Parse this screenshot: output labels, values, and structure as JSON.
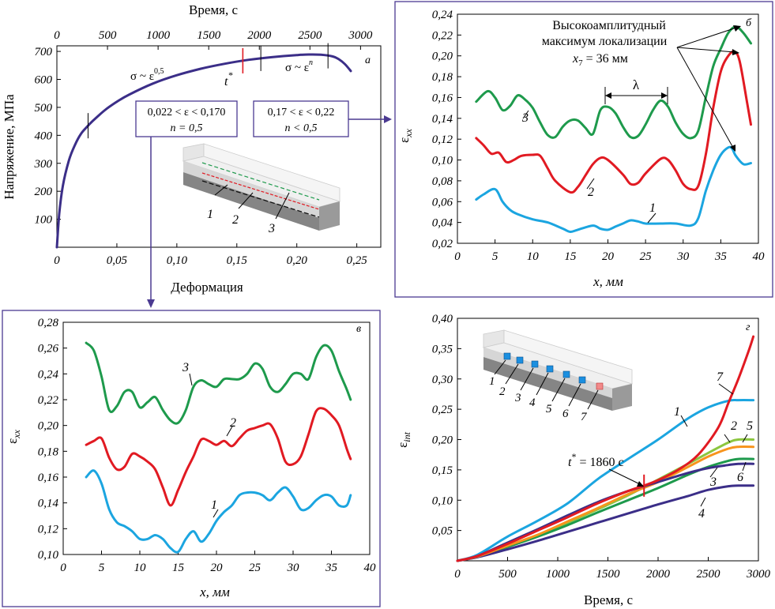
{
  "colors": {
    "green": "#1e9a4c",
    "red": "#e11a22",
    "blue": "#1ba5e0",
    "navy": "#3b2e88",
    "lime": "#8cc63f",
    "orange": "#f7941d",
    "panel_border": "#4b3a91"
  },
  "panel_a": {
    "letter": "а",
    "top_axis_label": "Время, с",
    "top_ticks": [
      "0",
      "500",
      "1000",
      "1500",
      "2000",
      "2500",
      "3000"
    ],
    "x_label": "Деформация",
    "x_ticks": [
      "0",
      "0,05",
      "0,10",
      "0,15",
      "0,20",
      "0,25"
    ],
    "y_label": "Напряжение, МПа",
    "y_ticks": [
      "100",
      "200",
      "300",
      "400",
      "500",
      "600",
      "700"
    ],
    "law_left": "σ ~ ε",
    "law_left_exp": "0,5",
    "law_right": "σ ~ ε",
    "law_right_exp": "n",
    "t_star": "t",
    "t_star_sup": "*",
    "box1_line1": "0,022 < ε < 0,170",
    "box1_line2": "n = 0,5",
    "box2_line1": "0,17 < ε < 0,22",
    "box2_line2": "n < 0,5",
    "inset_labels": [
      "1",
      "2",
      "3"
    ]
  },
  "panel_b": {
    "letter": "б",
    "x_label": "x, мм",
    "y_label": "ε",
    "y_sub": "xx",
    "x_ticks": [
      "0",
      "5",
      "10",
      "15",
      "20",
      "25",
      "30",
      "35",
      "40"
    ],
    "y_ticks": [
      "0,02",
      "0,04",
      "0,06",
      "0,08",
      "0,10",
      "0,12",
      "0,14",
      "0,16",
      "0,18",
      "0,20",
      "0,22",
      "0,24"
    ],
    "note_line1": "Высокоамплитудный",
    "note_line2": "максимум локализации",
    "note_line3": "x",
    "note_line3_sub": "7",
    "note_line3_rest": " = 36 мм",
    "lambda": "λ",
    "curve_labels": [
      "1",
      "2",
      "3"
    ]
  },
  "panel_c": {
    "letter": "в",
    "x_label": "x, мм",
    "y_label": "ε",
    "y_sub": "xx",
    "x_ticks": [
      "0",
      "5",
      "10",
      "15",
      "20",
      "25",
      "30",
      "35",
      "40"
    ],
    "y_ticks": [
      "0,10",
      "0,12",
      "0,14",
      "0,16",
      "0,18",
      "0,20",
      "0,22",
      "0,24",
      "0,26",
      "0,28"
    ],
    "curve_labels": [
      "1",
      "2",
      "3"
    ]
  },
  "panel_d": {
    "letter": "г",
    "x_label": "Время, с",
    "y_label": "ε",
    "y_sub": "int",
    "x_ticks": [
      "0",
      "500",
      "1000",
      "1500",
      "2000",
      "2500",
      "3000"
    ],
    "y_ticks": [
      "0,05",
      "0,10",
      "0,15",
      "0,20",
      "0,25",
      "0,30",
      "0,35",
      "0,40"
    ],
    "t_star_label": "t",
    "t_star_sup": "*",
    "t_star_value": " = 1860 с",
    "curve_labels": [
      "1",
      "2",
      "3",
      "4",
      "5",
      "6",
      "7"
    ],
    "inset_labels": [
      "1",
      "2",
      "3",
      "4",
      "5",
      "6",
      "7"
    ]
  },
  "chart_data": [
    {
      "type": "line",
      "panel": "а",
      "xlabel": "Деформация",
      "ylabel": "Напряжение, МПа",
      "secondary_xlabel": "Время, с",
      "xlim": [
        0,
        0.27
      ],
      "ylim": [
        0,
        720
      ],
      "secondary_xlim": [
        0,
        3200
      ],
      "series": [
        {
          "color": "#3b2e88",
          "x": [
            0,
            0.002,
            0.005,
            0.01,
            0.015,
            0.02,
            0.025,
            0.03,
            0.04,
            0.05,
            0.06,
            0.08,
            0.1,
            0.12,
            0.14,
            0.16,
            0.18,
            0.2,
            0.21,
            0.22,
            0.23,
            0.235,
            0.24,
            0.245
          ],
          "y": [
            0,
            120,
            220,
            310,
            365,
            405,
            430,
            452,
            490,
            520,
            545,
            585,
            615,
            638,
            656,
            670,
            680,
            687,
            689,
            688,
            682,
            672,
            655,
            630
          ]
        }
      ],
      "markers_strain": [
        0.026,
        0.155,
        0.17,
        0.226
      ],
      "t_star_strain": 0.155
    },
    {
      "type": "line",
      "panel": "б",
      "xlabel": "x, мм",
      "ylabel": "εxx",
      "xlim": [
        0,
        40
      ],
      "ylim": [
        0.02,
        0.24
      ],
      "series": [
        {
          "name": "1",
          "color": "#1ba5e0",
          "x": [
            2.5,
            3.5,
            5,
            6,
            7,
            8,
            10,
            12,
            14,
            15,
            16,
            18,
            19,
            20,
            21,
            22,
            23,
            24,
            25,
            27,
            29,
            31,
            32,
            33,
            34,
            35,
            36,
            36.5,
            37,
            38,
            39
          ],
          "y": [
            0.062,
            0.067,
            0.072,
            0.06,
            0.052,
            0.048,
            0.043,
            0.04,
            0.034,
            0.031,
            0.033,
            0.037,
            0.034,
            0.033,
            0.036,
            0.039,
            0.042,
            0.041,
            0.039,
            0.039,
            0.039,
            0.037,
            0.044,
            0.07,
            0.09,
            0.105,
            0.112,
            0.111,
            0.104,
            0.096,
            0.097
          ]
        },
        {
          "name": "2",
          "color": "#e11a22",
          "x": [
            2.5,
            3.5,
            4.5,
            5.5,
            6.5,
            7.5,
            8.5,
            10,
            11,
            12,
            13,
            15,
            16,
            17,
            18,
            19,
            20,
            22,
            23,
            24,
            25,
            27,
            28,
            29,
            30,
            31,
            32,
            33,
            34,
            35,
            36,
            36.8,
            37.5,
            38.5,
            39
          ],
          "y": [
            0.121,
            0.114,
            0.106,
            0.107,
            0.098,
            0.1,
            0.104,
            0.105,
            0.104,
            0.092,
            0.08,
            0.069,
            0.074,
            0.085,
            0.096,
            0.102,
            0.1,
            0.086,
            0.077,
            0.078,
            0.087,
            0.101,
            0.1,
            0.09,
            0.077,
            0.072,
            0.075,
            0.105,
            0.15,
            0.185,
            0.2,
            0.204,
            0.195,
            0.155,
            0.134
          ]
        },
        {
          "name": "3",
          "color": "#1e9a4c",
          "x": [
            2.5,
            4,
            5,
            6,
            7,
            8,
            9,
            10,
            11,
            12,
            13,
            14,
            15,
            16,
            17,
            18,
            19,
            20,
            21,
            22,
            23,
            24,
            25,
            26,
            27,
            28,
            29,
            30,
            31,
            32,
            33,
            34,
            35,
            36,
            37,
            38,
            39
          ],
          "y": [
            0.156,
            0.166,
            0.16,
            0.148,
            0.152,
            0.162,
            0.158,
            0.15,
            0.136,
            0.124,
            0.122,
            0.132,
            0.138,
            0.138,
            0.131,
            0.125,
            0.148,
            0.151,
            0.145,
            0.132,
            0.122,
            0.123,
            0.134,
            0.148,
            0.157,
            0.151,
            0.136,
            0.125,
            0.121,
            0.128,
            0.16,
            0.19,
            0.207,
            0.222,
            0.228,
            0.222,
            0.212
          ]
        }
      ]
    },
    {
      "type": "line",
      "panel": "в",
      "xlabel": "x, мм",
      "ylabel": "εxx",
      "xlim": [
        0,
        40
      ],
      "ylim": [
        0.1,
        0.28
      ],
      "series": [
        {
          "name": "1",
          "color": "#1ba5e0",
          "x": [
            3,
            4,
            5,
            6,
            7,
            8,
            9,
            10,
            11,
            12,
            13,
            14,
            15,
            16,
            17,
            18,
            19,
            20,
            21,
            22,
            23,
            24,
            25,
            26,
            27,
            28,
            29,
            30,
            31,
            32,
            33,
            34,
            35,
            36,
            37,
            37.5
          ],
          "y": [
            0.16,
            0.165,
            0.155,
            0.135,
            0.125,
            0.122,
            0.118,
            0.112,
            0.112,
            0.115,
            0.112,
            0.105,
            0.102,
            0.112,
            0.118,
            0.11,
            0.116,
            0.126,
            0.133,
            0.138,
            0.146,
            0.148,
            0.148,
            0.146,
            0.142,
            0.148,
            0.152,
            0.145,
            0.135,
            0.136,
            0.142,
            0.146,
            0.145,
            0.138,
            0.138,
            0.146
          ]
        },
        {
          "name": "2",
          "color": "#e11a22",
          "x": [
            3,
            4,
            5,
            6,
            7,
            8,
            9,
            10,
            11,
            12,
            13,
            14,
            15,
            16,
            17,
            18,
            19,
            20,
            21,
            22,
            23,
            24,
            25,
            26,
            27,
            28,
            29,
            30,
            31,
            32,
            33,
            34,
            35,
            36,
            37,
            37.5
          ],
          "y": [
            0.185,
            0.188,
            0.19,
            0.175,
            0.166,
            0.168,
            0.178,
            0.176,
            0.172,
            0.166,
            0.152,
            0.138,
            0.15,
            0.164,
            0.176,
            0.189,
            0.188,
            0.185,
            0.188,
            0.184,
            0.19,
            0.196,
            0.198,
            0.2,
            0.201,
            0.19,
            0.172,
            0.17,
            0.176,
            0.193,
            0.211,
            0.213,
            0.208,
            0.2,
            0.182,
            0.174
          ]
        },
        {
          "name": "3",
          "color": "#1e9a4c",
          "x": [
            3,
            4,
            5,
            6,
            7,
            8,
            9,
            10,
            11,
            12,
            13,
            14,
            15,
            16,
            17,
            18,
            19,
            20,
            21,
            22,
            23,
            24,
            25,
            26,
            27,
            28,
            29,
            30,
            31,
            32,
            33,
            34,
            35,
            36,
            37,
            37.5
          ],
          "y": [
            0.264,
            0.258,
            0.238,
            0.212,
            0.215,
            0.226,
            0.226,
            0.214,
            0.218,
            0.222,
            0.212,
            0.204,
            0.202,
            0.212,
            0.23,
            0.235,
            0.232,
            0.23,
            0.236,
            0.236,
            0.236,
            0.24,
            0.248,
            0.244,
            0.23,
            0.226,
            0.232,
            0.24,
            0.24,
            0.236,
            0.253,
            0.262,
            0.258,
            0.242,
            0.228,
            0.22
          ]
        }
      ]
    },
    {
      "type": "line",
      "panel": "г",
      "xlabel": "Время, с",
      "ylabel": "εint",
      "xlim": [
        0,
        3000
      ],
      "ylim": [
        0,
        0.4
      ],
      "series": [
        {
          "name": "1",
          "color": "#1ba5e0",
          "x": [
            0,
            200,
            500,
            800,
            1100,
            1400,
            1700,
            2000,
            2300,
            2500,
            2700,
            2800,
            2950
          ],
          "y": [
            0,
            0.01,
            0.04,
            0.066,
            0.095,
            0.135,
            0.168,
            0.2,
            0.235,
            0.253,
            0.264,
            0.265,
            0.265
          ]
        },
        {
          "name": "2",
          "color": "#8cc63f",
          "x": [
            0,
            200,
            500,
            800,
            1100,
            1400,
            1700,
            2000,
            2300,
            2500,
            2700,
            2800,
            2950
          ],
          "y": [
            0,
            0.007,
            0.024,
            0.042,
            0.063,
            0.085,
            0.108,
            0.134,
            0.16,
            0.178,
            0.195,
            0.2,
            0.2
          ]
        },
        {
          "name": "3",
          "color": "#1e9a4c",
          "x": [
            0,
            200,
            500,
            800,
            1100,
            1400,
            1700,
            2000,
            2300,
            2500,
            2700,
            2800,
            2950
          ],
          "y": [
            0,
            0.007,
            0.023,
            0.04,
            0.059,
            0.08,
            0.1,
            0.12,
            0.142,
            0.155,
            0.165,
            0.168,
            0.168
          ]
        },
        {
          "name": "4",
          "color": "#3b2e88",
          "x": [
            0,
            200,
            500,
            800,
            1100,
            1400,
            1700,
            2000,
            2300,
            2500,
            2700,
            2800,
            2950
          ],
          "y": [
            0,
            0.006,
            0.019,
            0.033,
            0.048,
            0.063,
            0.078,
            0.093,
            0.107,
            0.117,
            0.123,
            0.124,
            0.124
          ]
        },
        {
          "name": "5",
          "color": "#f7941d",
          "x": [
            0,
            200,
            500,
            800,
            1100,
            1400,
            1700,
            2000,
            2300,
            2500,
            2700,
            2800,
            2950
          ],
          "y": [
            0,
            0.007,
            0.025,
            0.043,
            0.065,
            0.087,
            0.11,
            0.13,
            0.155,
            0.172,
            0.185,
            0.188,
            0.188
          ]
        },
        {
          "name": "6",
          "color": "#3b2e88",
          "x": [
            0,
            200,
            500,
            800,
            1100,
            1400,
            1700,
            2000,
            2300,
            2500,
            2700,
            2800,
            2950
          ],
          "y": [
            0,
            0.008,
            0.03,
            0.052,
            0.075,
            0.097,
            0.115,
            0.13,
            0.145,
            0.153,
            0.158,
            0.16,
            0.16
          ]
        },
        {
          "name": "7",
          "color": "#e11a22",
          "x": [
            0,
            200,
            500,
            800,
            1100,
            1400,
            1700,
            1860,
            2000,
            2200,
            2400,
            2600,
            2700,
            2800,
            2900,
            2950
          ],
          "y": [
            0,
            0.008,
            0.028,
            0.05,
            0.072,
            0.095,
            0.115,
            0.124,
            0.133,
            0.15,
            0.175,
            0.22,
            0.26,
            0.3,
            0.345,
            0.37
          ]
        }
      ],
      "t_star": 1860
    }
  ]
}
